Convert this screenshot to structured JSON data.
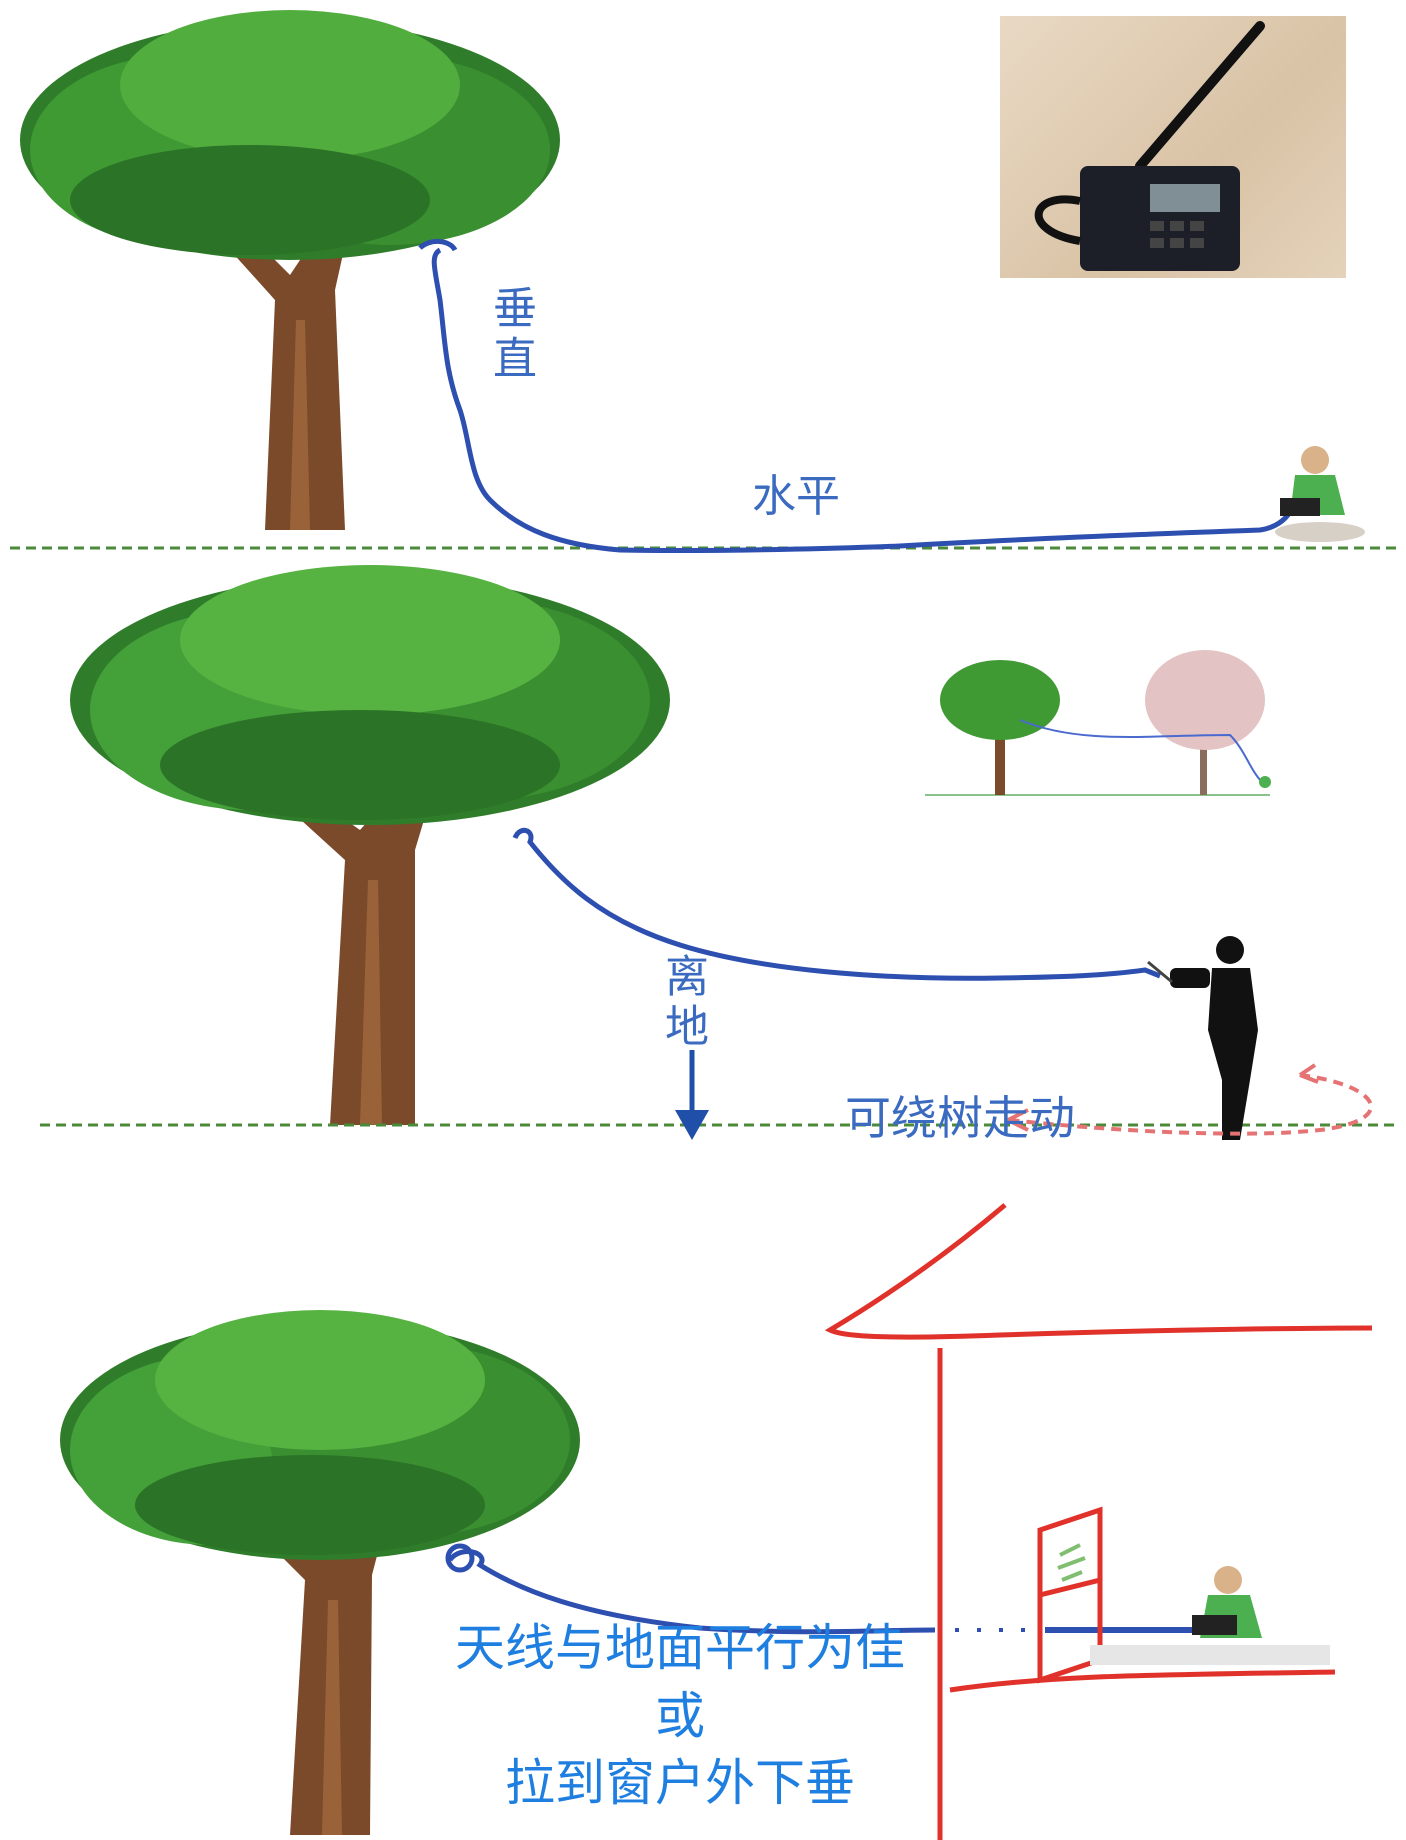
{
  "panel1": {
    "label_vertical": "垂直",
    "label_horizontal": "水平"
  },
  "panel2": {
    "label_off_ground": "离地",
    "label_walk_around": "可绕树走动"
  },
  "panel3": {
    "note_line1": "天线与地面平行为佳",
    "note_line2": "或",
    "note_line3": "拉到窗户外下垂"
  },
  "colors": {
    "wire": "#2d4fb0",
    "ground": "#4a8a3a",
    "house": "#e0322a",
    "label_blue": "#3a6bc0",
    "note_blue": "#1f7fe0",
    "arrow_red": "#e57373"
  }
}
